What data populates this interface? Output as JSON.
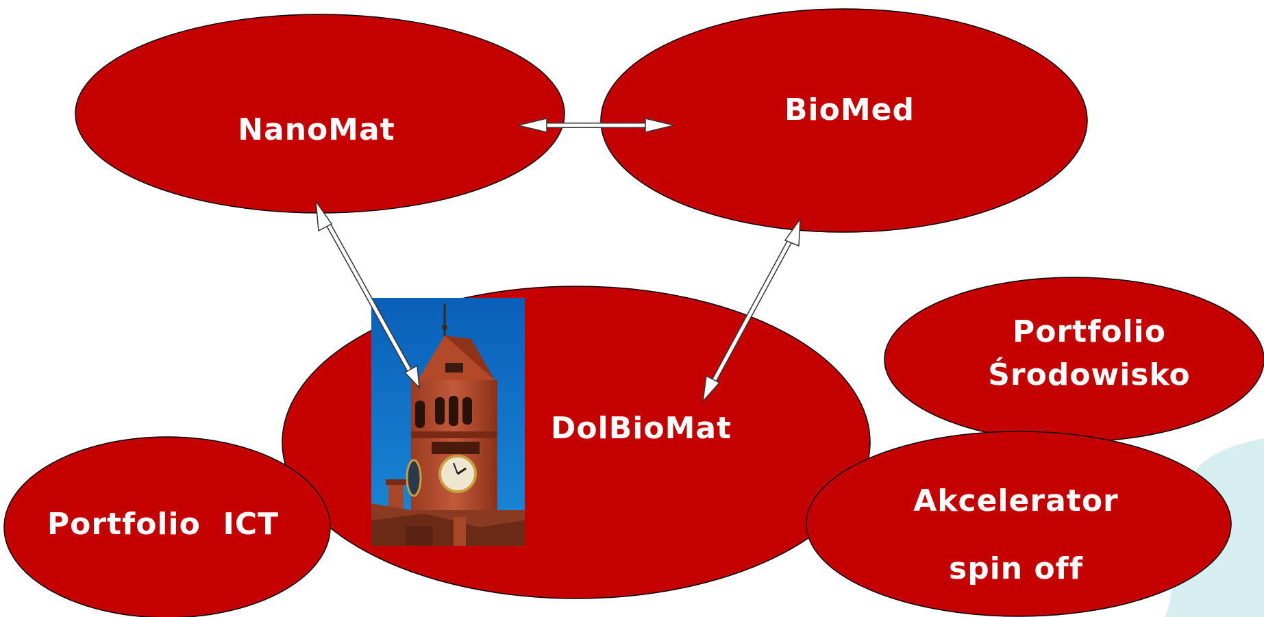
{
  "colors": {
    "node_fill": "#c40000",
    "node_stroke": "#000000",
    "label": "#ffffff",
    "arrow_fill": "#ffffff",
    "arrow_stroke": "#333333",
    "decor_wave": "#d6eef0"
  },
  "nodes": {
    "nanomat": {
      "label": "NanoMat"
    },
    "biomed": {
      "label": "BioMed"
    },
    "dolbiomat": {
      "label": "DolBioMat"
    },
    "portfolio_srodowisko": {
      "lines": [
        "Portfolio",
        "Środowisko"
      ]
    },
    "portfolio_ict": {
      "label": "Portfolio  ICT"
    },
    "akcelerator": {
      "lines": [
        "Akcelerator",
        "spin off"
      ]
    }
  },
  "photo": {
    "icon": "clock-tower-photo"
  },
  "edges": [
    {
      "from": "NanoMat",
      "to": "BioMed",
      "style": "double-arrow"
    },
    {
      "from": "NanoMat",
      "to": "DolBioMat",
      "style": "double-arrow"
    },
    {
      "from": "BioMed",
      "to": "DolBioMat",
      "style": "double-arrow"
    }
  ]
}
